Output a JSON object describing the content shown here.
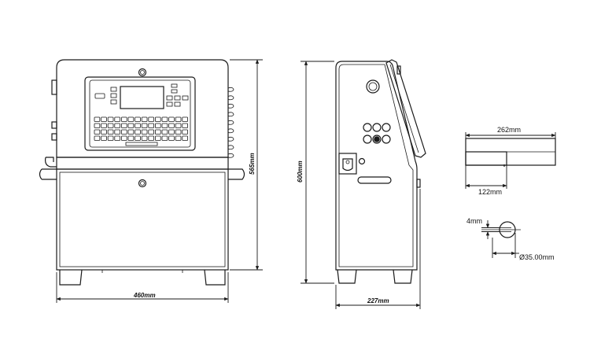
{
  "dimensions": {
    "front_width": "460mm",
    "front_height": "565mm",
    "side_height": "600mm",
    "side_depth": "227mm",
    "probe_length": "262mm",
    "probe_offset": "122mm",
    "nozzle_gap": "4mm",
    "nozzle_diameter": "Ø35.00mm"
  },
  "colors": {
    "line": "#1a1a1a",
    "background": "#ffffff"
  }
}
